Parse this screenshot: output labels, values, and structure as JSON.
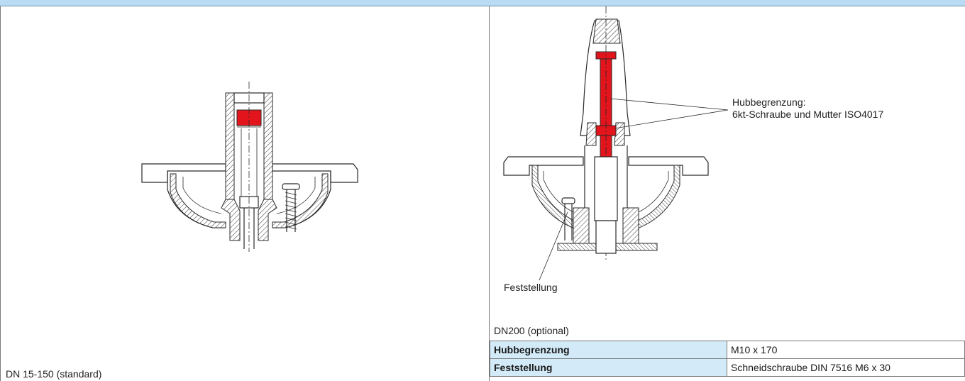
{
  "left_panel": {
    "caption": "DN 15-150 (standard)"
  },
  "right_panel": {
    "caption": "DN200 (optional)",
    "callout_stroke_title": "Hubbegrenzung:",
    "callout_stroke_detail": "6kt-Schraube und Mutter ISO4017",
    "callout_fix": "Feststellung"
  },
  "spec_table": {
    "rows": [
      {
        "key": "Hubbegrenzung",
        "value": "M10 x 170"
      },
      {
        "key": "Feststellung",
        "value": "Schneidschraube DIN 7516 M6 x 30"
      }
    ]
  },
  "colors": {
    "header": "#b9dcf2",
    "table_key_bg": "#d3ebf8",
    "highlight_red": "#e3141b"
  }
}
